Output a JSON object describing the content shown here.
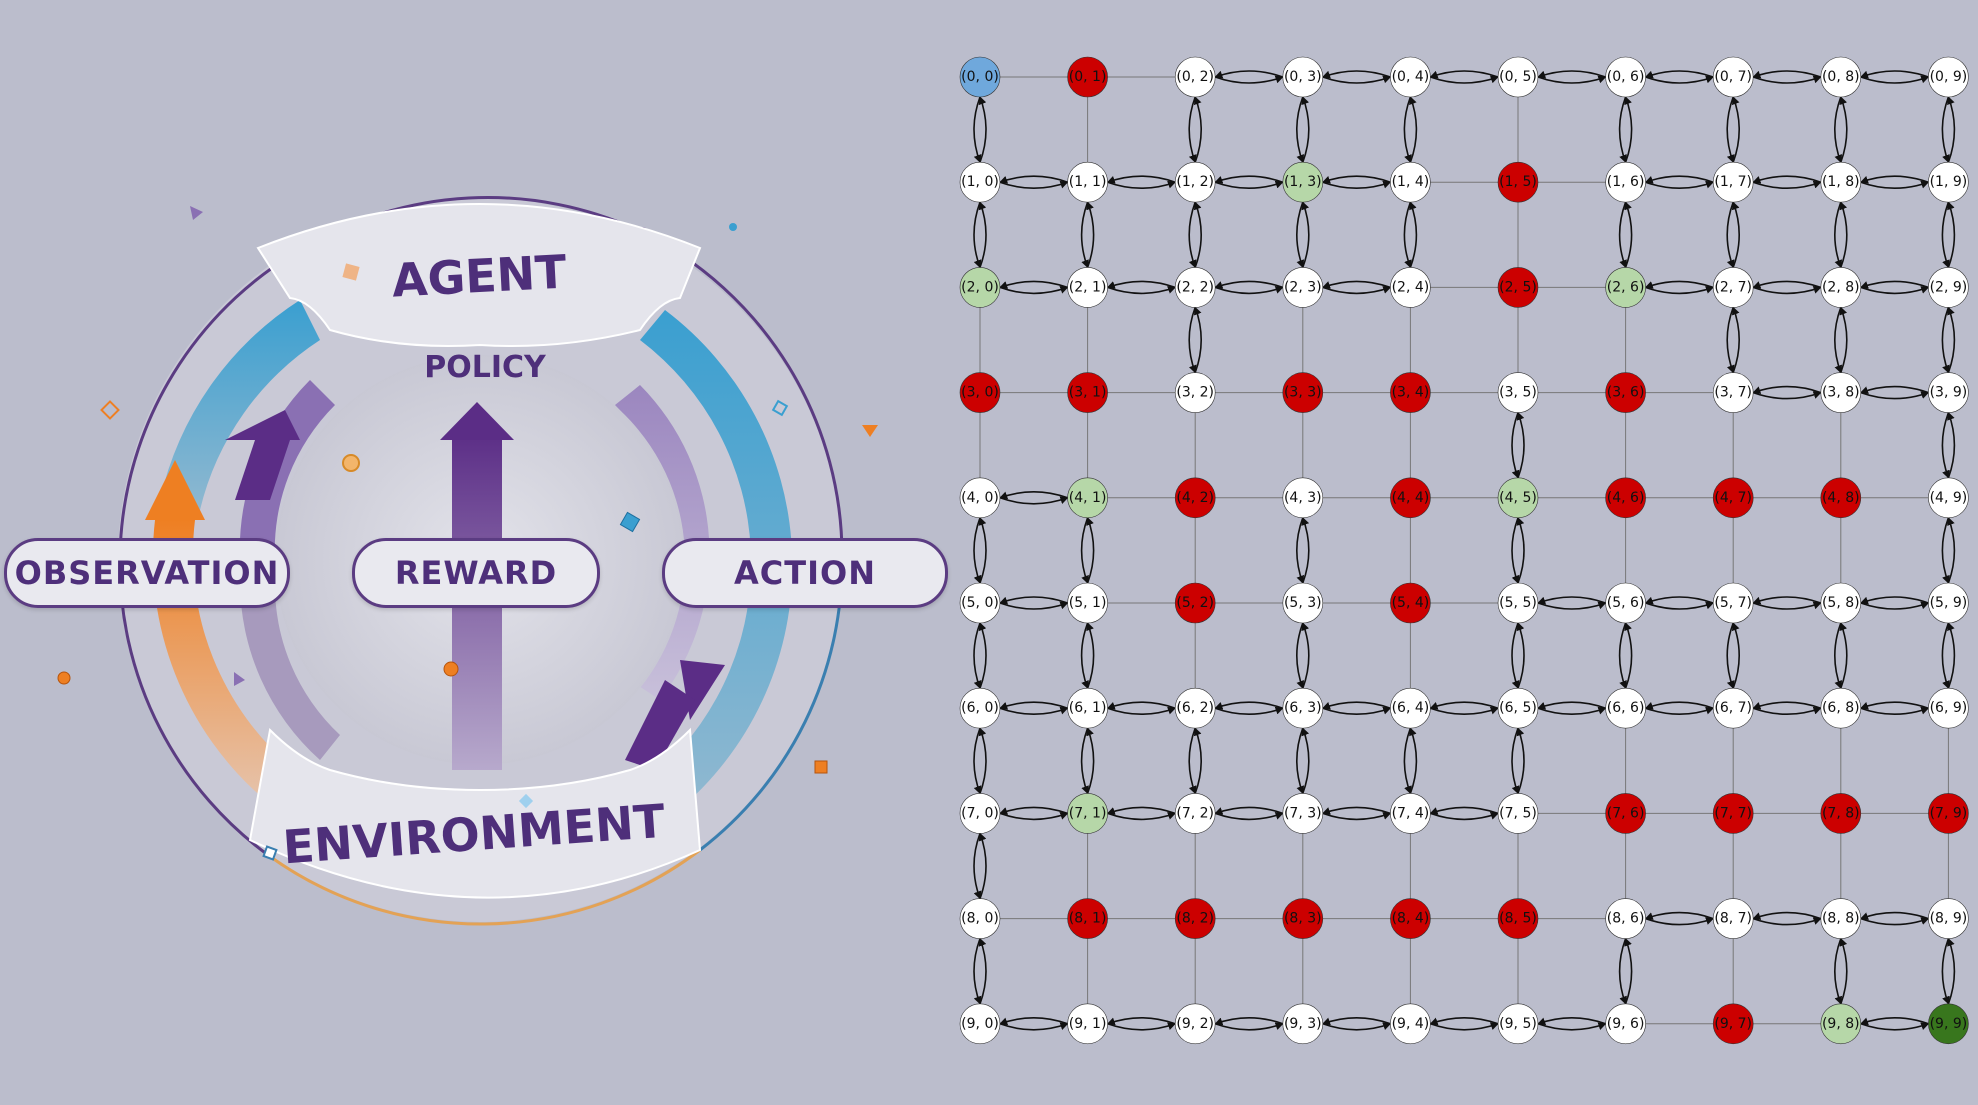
{
  "cycle": {
    "agent_label": "AGENT",
    "environment_label": "ENVIRONMENT",
    "policy_label": "POLICY",
    "observation_label": "OBSERVATION",
    "reward_label": "REWARD",
    "action_label": "ACTION"
  },
  "grid": {
    "rows": 10,
    "cols": 10,
    "colors": {
      "start": "#6fa8dc",
      "obstacle": "#cc0000",
      "open": "#ffffff",
      "reward": "#b6d7a8",
      "goal": "#38761d"
    },
    "start": [
      [
        0,
        0
      ]
    ],
    "goal": [
      [
        9,
        9
      ]
    ],
    "reward": [
      [
        1,
        3
      ],
      [
        2,
        0
      ],
      [
        2,
        6
      ],
      [
        4,
        1
      ],
      [
        4,
        5
      ],
      [
        7,
        1
      ],
      [
        9,
        8
      ]
    ],
    "obstacle": [
      [
        0,
        1
      ],
      [
        1,
        5
      ],
      [
        2,
        5
      ],
      [
        3,
        0
      ],
      [
        3,
        1
      ],
      [
        3,
        3
      ],
      [
        3,
        4
      ],
      [
        3,
        6
      ],
      [
        4,
        2
      ],
      [
        4,
        4
      ],
      [
        4,
        6
      ],
      [
        4,
        7
      ],
      [
        4,
        8
      ],
      [
        5,
        2
      ],
      [
        5,
        4
      ],
      [
        7,
        6
      ],
      [
        7,
        7
      ],
      [
        7,
        8
      ],
      [
        7,
        9
      ],
      [
        8,
        1
      ],
      [
        8,
        2
      ],
      [
        8,
        3
      ],
      [
        8,
        4
      ],
      [
        8,
        5
      ],
      [
        9,
        7
      ]
    ]
  }
}
